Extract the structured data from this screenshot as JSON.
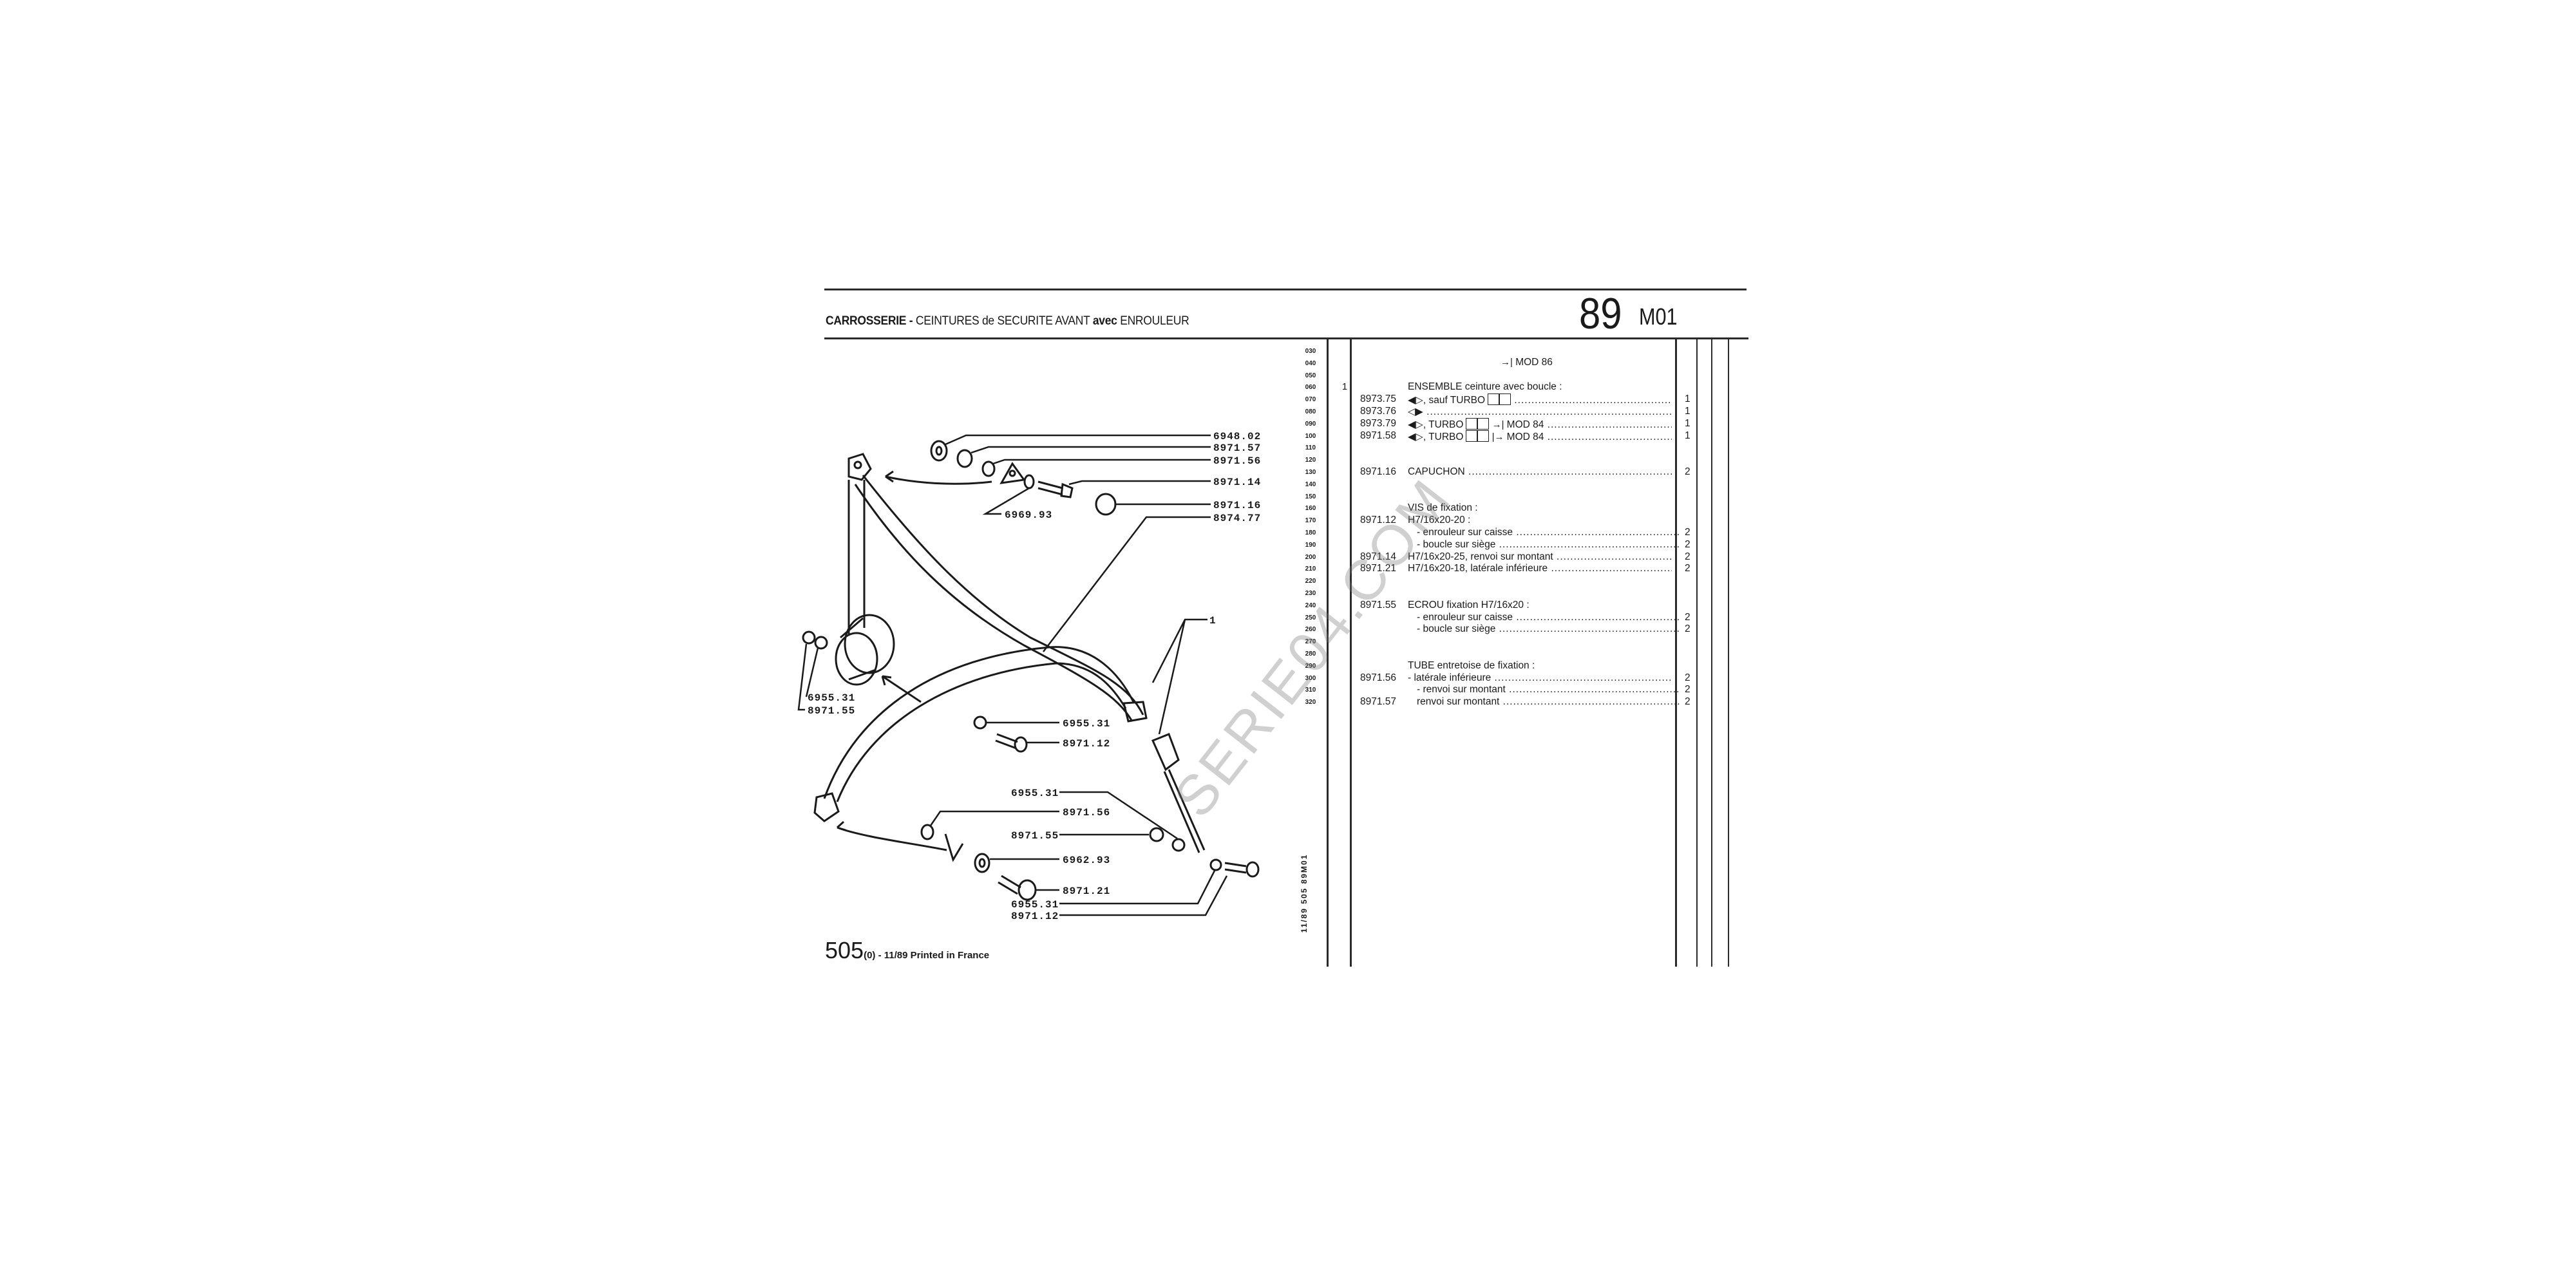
{
  "header": {
    "title_bold_1": "CARROSSERIE - ",
    "title_light_1": "CEINTURES de SECURITE AVANT ",
    "title_bold_2": "avec",
    "title_light_2": " ENROULEUR",
    "page_number": "89",
    "section_code": "M01"
  },
  "row_numbers": [
    "030",
    "040",
    "050",
    "060",
    "070",
    "080",
    "090",
    "100",
    "110",
    "120",
    "130",
    "140",
    "150",
    "160",
    "170",
    "180",
    "190",
    "200",
    "210",
    "220",
    "230",
    "240",
    "250",
    "260",
    "270",
    "280",
    "290",
    "300",
    "310",
    "320"
  ],
  "table": {
    "mod_note": "MOD 86",
    "lines": [
      {
        "ref": "1",
        "pn": "",
        "desc": "ENSEMBLE ceinture avec boucle :",
        "qty": ""
      },
      {
        "ref": "",
        "pn": "8973.75",
        "desc": "◀▷, sauf TURBO",
        "qty": "1"
      },
      {
        "ref": "",
        "pn": "8973.76",
        "desc": "◁▶",
        "qty": "1"
      },
      {
        "ref": "",
        "pn": "8973.79",
        "desc": "◀▷, TURBO",
        "suffix": "MOD 84",
        "qty": "1"
      },
      {
        "ref": "",
        "pn": "8971.58",
        "desc": "◀▷, TURBO",
        "suffix": "MOD 84",
        "qty": "1"
      },
      {
        "ref": "",
        "pn": "8971.16",
        "desc": "CAPUCHON",
        "qty": "2"
      },
      {
        "ref": "",
        "pn": "",
        "desc": "VIS de fixation :",
        "qty": ""
      },
      {
        "ref": "",
        "pn": "8971.12",
        "desc": "H7/16x20-20 :",
        "qty": ""
      },
      {
        "ref": "",
        "pn": "",
        "desc": "- enrouleur sur caisse",
        "qty": "2"
      },
      {
        "ref": "",
        "pn": "",
        "desc": "- boucle sur siège",
        "qty": "2"
      },
      {
        "ref": "",
        "pn": "8971.14",
        "desc": "H7/16x20-25, renvoi sur montant",
        "qty": "2"
      },
      {
        "ref": "",
        "pn": "8971.21",
        "desc": "H7/16x20-18, latérale inférieure",
        "qty": "2"
      },
      {
        "ref": "",
        "pn": "8971.55",
        "desc": "ECROU fixation H7/16x20 :",
        "qty": ""
      },
      {
        "ref": "",
        "pn": "",
        "desc": "- enrouleur sur caisse",
        "qty": "2"
      },
      {
        "ref": "",
        "pn": "",
        "desc": "- boucle sur siège",
        "qty": "2"
      },
      {
        "ref": "",
        "pn": "",
        "desc": "TUBE entretoise de fixation :",
        "qty": ""
      },
      {
        "ref": "",
        "pn": "8971.56",
        "desc": "- latérale inférieure",
        "qty": "2"
      },
      {
        "ref": "",
        "pn": "",
        "desc": "- renvoi sur montant",
        "qty": "2"
      },
      {
        "ref": "",
        "pn": "8971.57",
        "desc": "renvoi sur montant",
        "qty": "2"
      }
    ]
  },
  "diagram_labels": {
    "l1": "6948.02",
    "l2": "8971.57",
    "l3": "8971.56",
    "l4": "8971.14",
    "l5": "8971.16",
    "l6": "8974.77",
    "l7": "6969.93",
    "l8": "1",
    "l9": "6955.31",
    "l10": "8971.55",
    "l11": "6955.31",
    "l12": "8971.12",
    "l13": "6955.31",
    "l14": "8971.56",
    "l15": "8971.55",
    "l16": "6962.93",
    "l17": "8971.21",
    "l18": "6955.31",
    "l19": "8971.12"
  },
  "footer": {
    "model": "505",
    "edition": "(0) - 11/89 Printed in France"
  },
  "vertical_code": "11/89 505 89M01",
  "watermark": "SERIE04.COM"
}
